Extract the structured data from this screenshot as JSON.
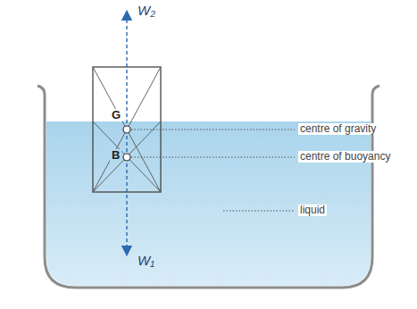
{
  "diagram": {
    "labels": [
      "W₂",
      "G",
      "B",
      "W₁",
      "centre of gravity",
      "centre of buoyancy",
      "liquid"
    ]
  }
}
